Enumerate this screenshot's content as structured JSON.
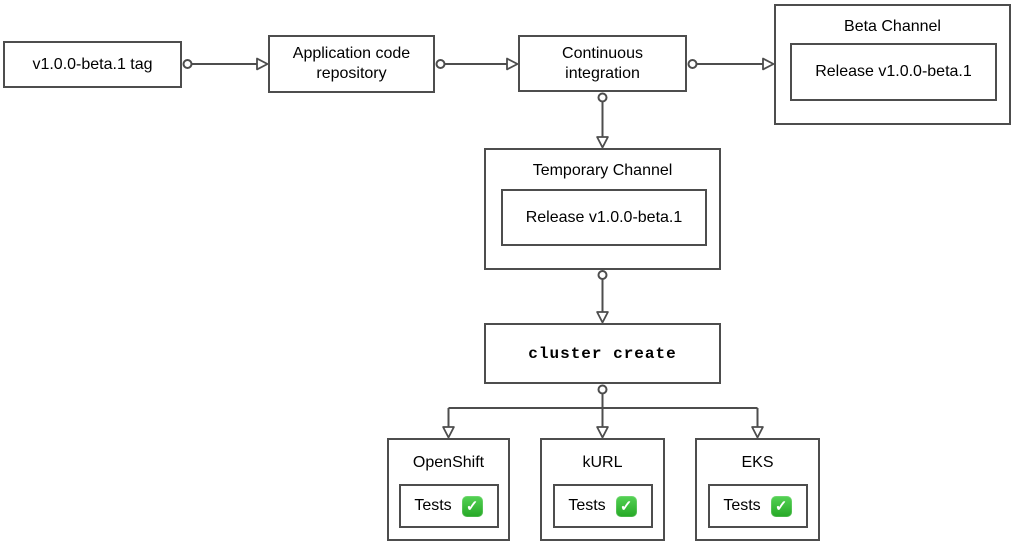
{
  "nodes": {
    "tag": {
      "label": "v1.0.0-beta.1 tag"
    },
    "repo": {
      "label": "Application code repository"
    },
    "ci": {
      "label": "Continuous integration"
    },
    "beta_channel": {
      "title": "Beta Channel",
      "release_label": "Release v1.0.0-beta.1"
    },
    "temporary_channel": {
      "title": "Temporary Channel",
      "release_label": "Release v1.0.0-beta.1"
    },
    "cluster_create": {
      "label": "cluster create"
    },
    "clusters": [
      {
        "title": "OpenShift",
        "tests_label": "Tests",
        "check_icon": "✓"
      },
      {
        "title": "kURL",
        "tests_label": "Tests",
        "check_icon": "✓"
      },
      {
        "title": "EKS",
        "tests_label": "Tests",
        "check_icon": "✓"
      }
    ]
  },
  "colors": {
    "border": "#4d4d4d",
    "connector": "#4d4d4d",
    "text": "#000000",
    "bg": "#ffffff",
    "check_top": "#55d255",
    "check_bottom": "#25a825",
    "check_mark": "#ffffff"
  }
}
